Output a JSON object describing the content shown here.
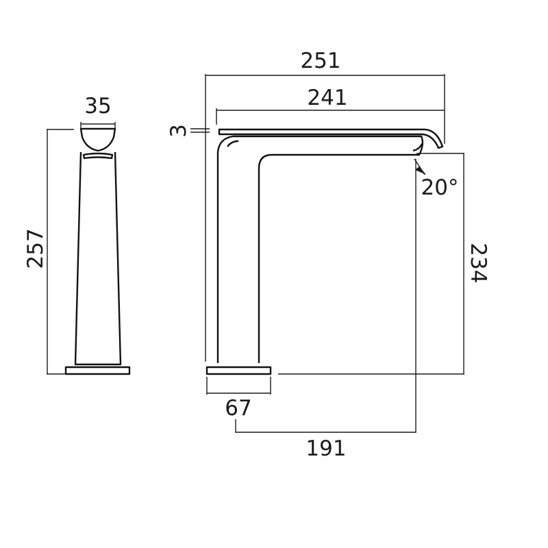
{
  "drawing": {
    "units": "",
    "side_view": {
      "width_label": "35",
      "height_label": "257"
    },
    "front_view": {
      "overall_reach_label": "251",
      "spout_reach_label": "241",
      "lever_thickness_label": "3",
      "spout_angle_label": "20°",
      "outlet_height_label": "234",
      "base_width_label": "67",
      "projection_label": "191"
    }
  }
}
